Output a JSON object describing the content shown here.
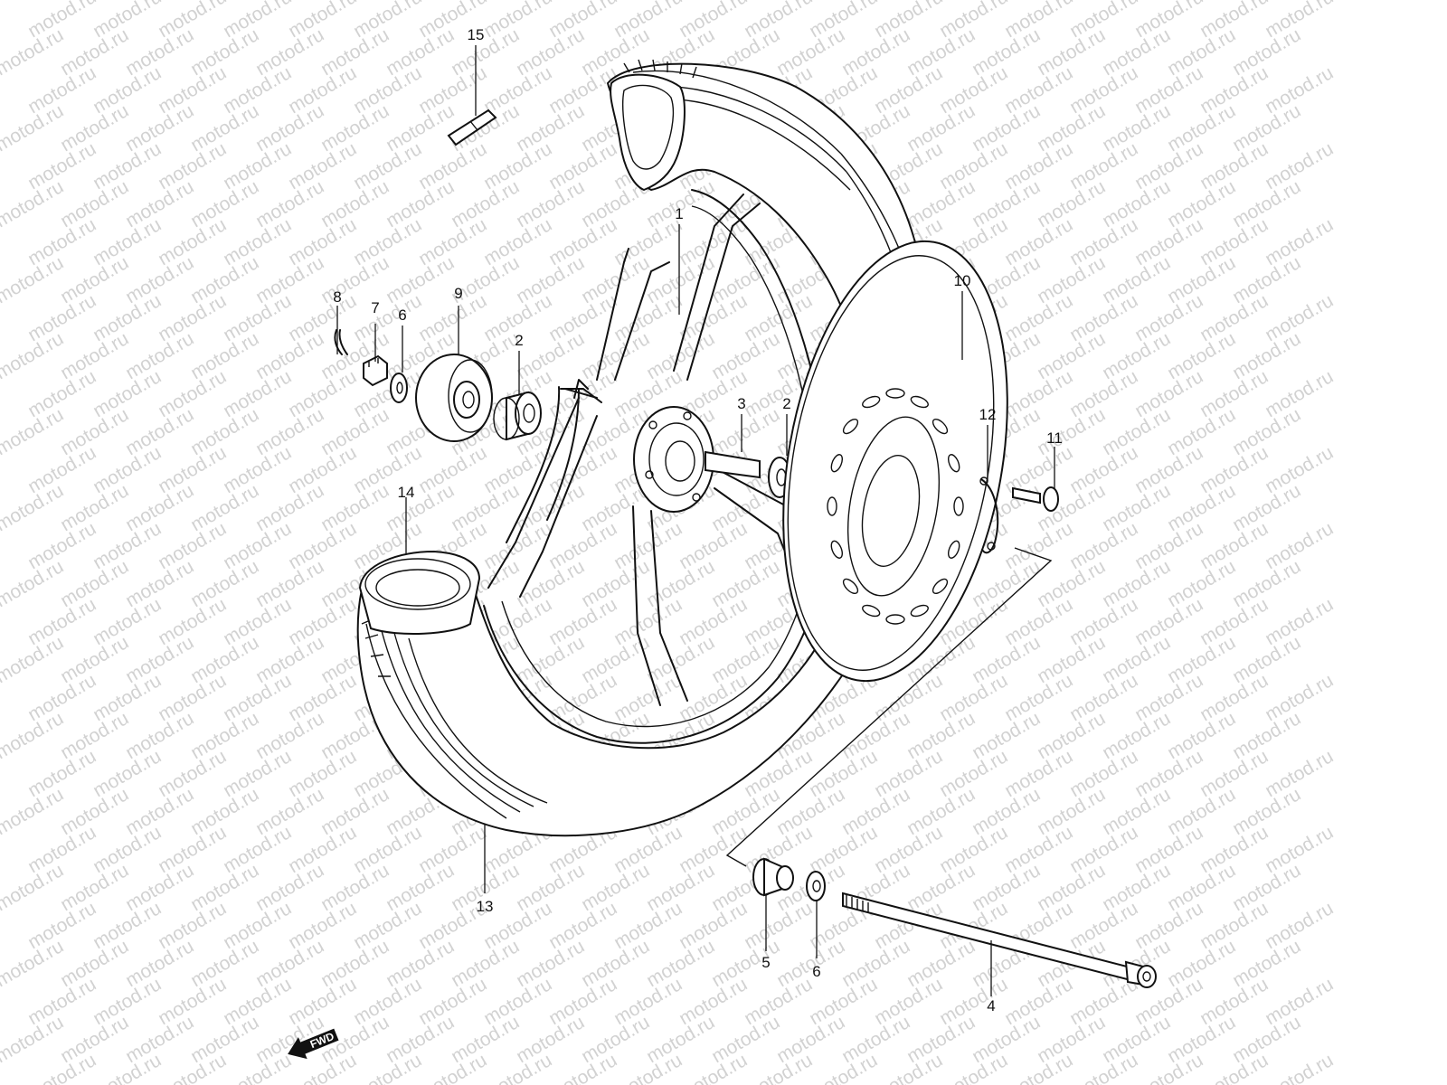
{
  "diagram": {
    "watermark": "motod.ru",
    "direction_label": "FWD",
    "callouts": [
      "1",
      "2",
      "2",
      "3",
      "4",
      "5",
      "6",
      "6",
      "7",
      "8",
      "9",
      "10",
      "11",
      "12",
      "13",
      "14",
      "15"
    ]
  }
}
